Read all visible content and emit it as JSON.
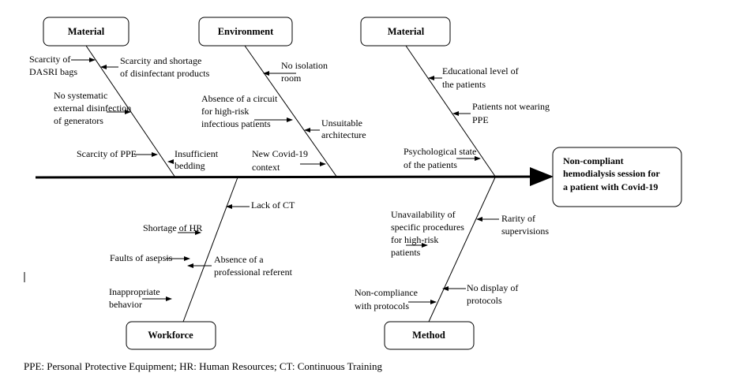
{
  "categories": {
    "material_top_left": {
      "title": "Material",
      "causes": [
        [
          "Scarcity of",
          "DASRI bags"
        ],
        [
          "Scarcity and shortage",
          "of disinfectant products"
        ],
        [
          "No systematic",
          "external disinfection",
          "of generators"
        ],
        [
          "Scarcity of PPE"
        ],
        [
          "Insufficient",
          "bedding"
        ]
      ]
    },
    "environment": {
      "title": "Environment",
      "causes": [
        [
          "No isolation",
          "room"
        ],
        [
          "Absence of a circuit",
          "for high-risk",
          "infectious patients"
        ],
        [
          "Unsuitable",
          "architecture"
        ],
        [
          "New Covid-19",
          "context"
        ]
      ]
    },
    "material_top_right": {
      "title": "Material",
      "causes": [
        [
          "Educational level of",
          "the patients"
        ],
        [
          "Patients not wearing",
          "PPE"
        ],
        [
          "Psychological state",
          "of the patients"
        ]
      ]
    },
    "workforce": {
      "title": "Workforce",
      "causes": [
        [
          "Lack of CT"
        ],
        [
          "Shortage of HR"
        ],
        [
          "Faults of asepsis"
        ],
        [
          "Absence of a",
          "professional referent"
        ],
        [
          "Inappropriate",
          "behavior"
        ]
      ]
    },
    "method": {
      "title": "Method",
      "causes": [
        [
          "Unavailability of",
          "specific procedures",
          "for high-risk",
          "patients"
        ],
        [
          "Rarity of",
          "supervisions"
        ],
        [
          "No display of",
          "protocols"
        ],
        [
          "Non-compliance",
          "with protocols"
        ]
      ]
    }
  },
  "effect": [
    "Non-compliant",
    "hemodialysis session for",
    "a patient with Covid-19"
  ],
  "footnote": "PPE: Personal Protective Equipment; HR: Human Resources; CT: Continuous Training"
}
